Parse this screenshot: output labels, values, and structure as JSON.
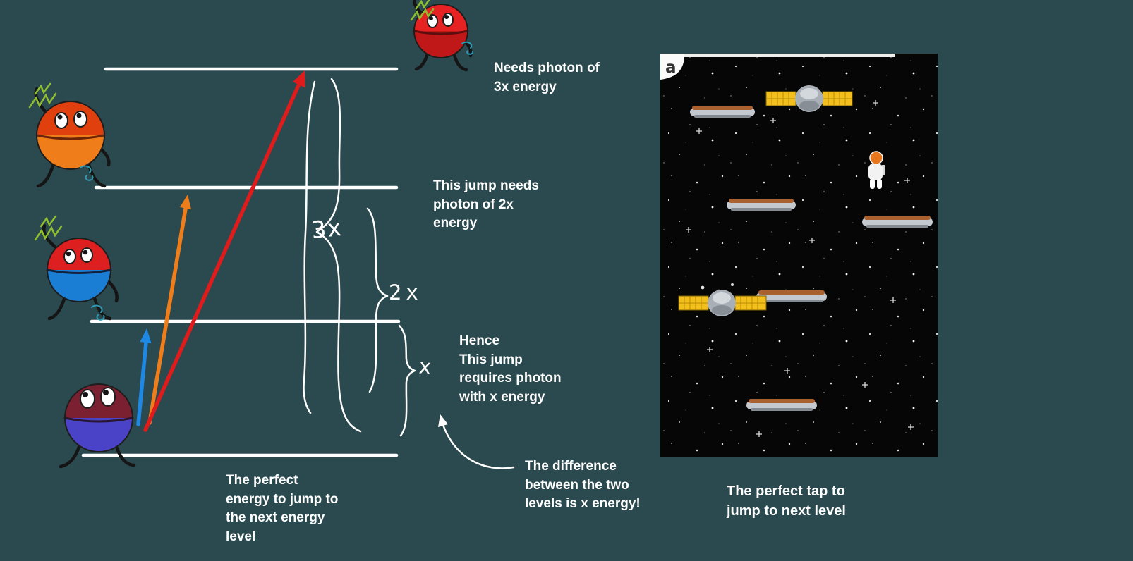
{
  "theme": {
    "background": "#2b4a4f",
    "level_line_color": "#ffffff",
    "annotation_color": "#ffffff",
    "arrow_x_color": "#1e88e5",
    "arrow_2x_color": "#ef7d1a",
    "arrow_3x_color": "#e01b1b"
  },
  "energy_diagram": {
    "brace_labels": {
      "three_x": "3x",
      "two_x": "2x",
      "one_x": "x"
    },
    "annotations": {
      "needs_photon_3x": "Needs photon of\n3x energy",
      "jump_2x": "This jump needs\nphoton of 2x\nenergy",
      "hence_x": "Hence\nThis jump\nrequires photon\nwith x energy",
      "perfect_energy": "The perfect\nenergy to jump to\nthe next energy\nlevel",
      "difference": "The difference\nbetween the two\nlevels is x energy!"
    }
  },
  "game": {
    "corner_letter": "a",
    "caption": "The perfect tap to\njump to next level"
  }
}
